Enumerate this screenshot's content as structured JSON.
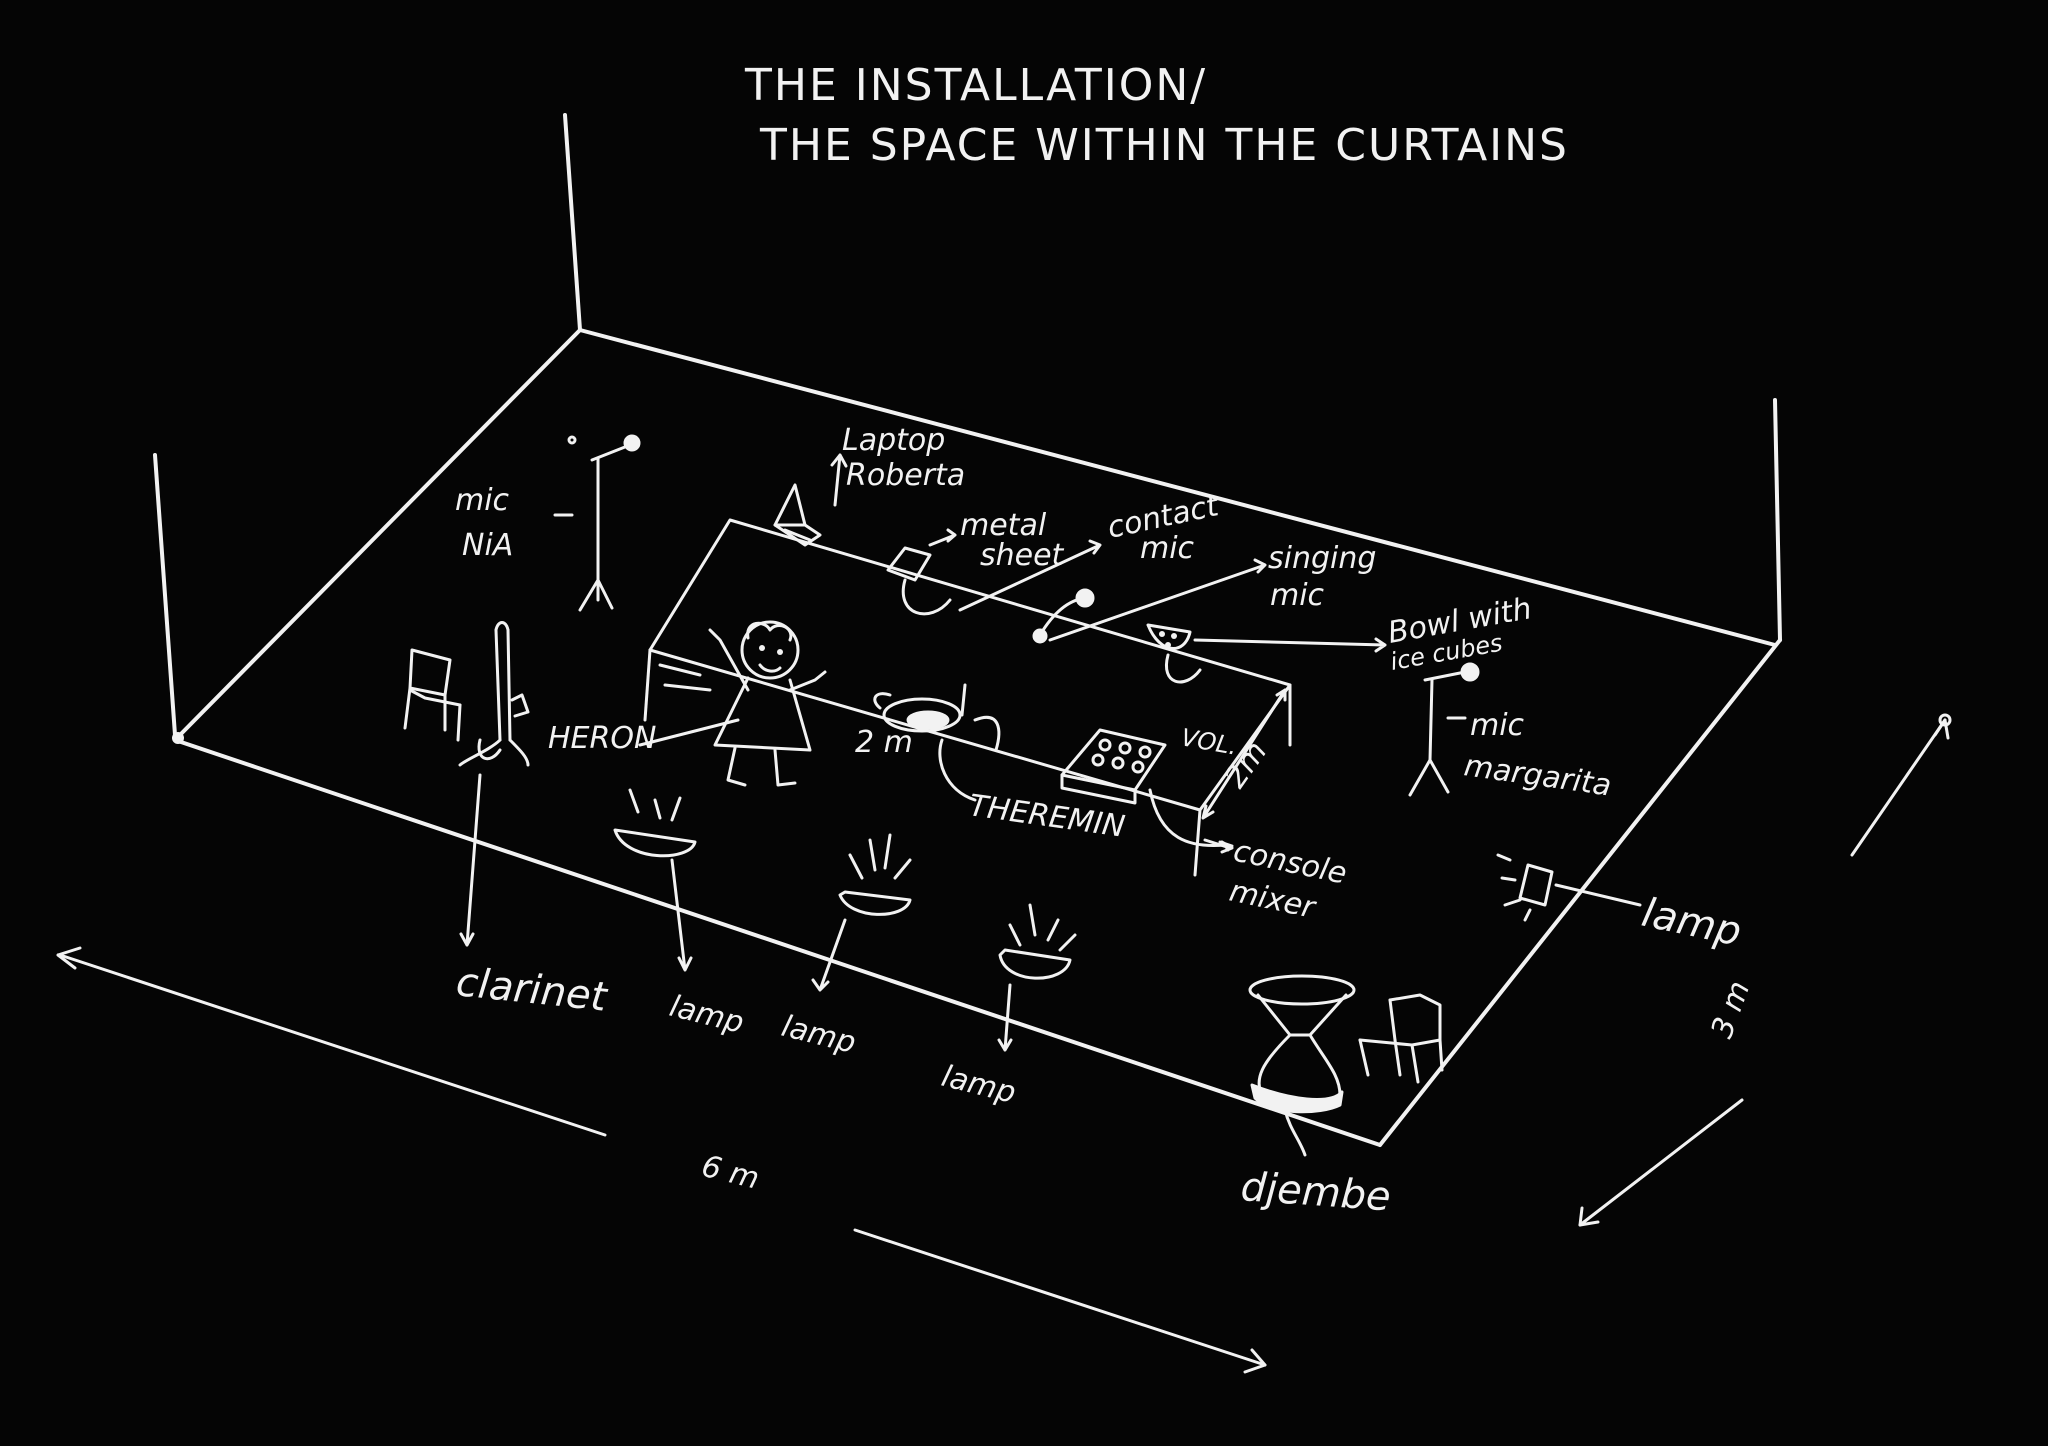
{
  "title": {
    "line1": "THE INSTALLATION/",
    "line2": "THE SPACE WITHIN THE CURTAINS"
  },
  "labels": {
    "laptop": "Laptop",
    "roberta": "Roberta",
    "metal": "metal",
    "sheet": "sheet",
    "contact": "contact",
    "contact_mic": "mic",
    "singing": "singing",
    "singing_mic": "mic",
    "mic_nia_1": "mic",
    "mic_nia_2": "NiA",
    "bowl": "Bowl with",
    "ice": "ice cubes",
    "mic_margarita_1": "mic",
    "mic_margarita_2": "margarita",
    "heron": "HERON",
    "two_m": "2 m",
    "theremin": "THEREMIN",
    "vol": "VOL.",
    "table_height": "2m",
    "console": "console",
    "mixer": "mixer",
    "clarinet": "clarinet",
    "lamp1": "lamp",
    "lamp2": "lamp",
    "lamp3": "lamp",
    "lamp4": "lamp",
    "djembe": "djembe",
    "six_m": "6 m",
    "three_m": "3 m"
  }
}
